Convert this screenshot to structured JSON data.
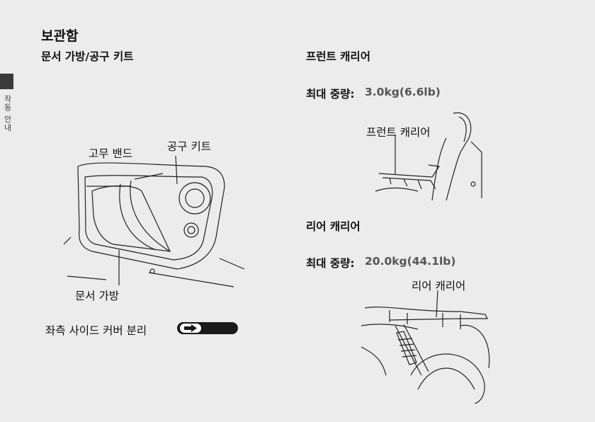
{
  "page_title": "보관함",
  "left": {
    "heading": "문서 가방/공구 키트",
    "label_rubber_band": "고무 밴드",
    "label_tool_kit": "공구 키트",
    "label_doc_bag": "문서 가방",
    "ref_text": "좌측 사이드 커버 분리",
    "ref_icon": "arrow-right-icon"
  },
  "side_tab": {
    "label": "작동 안내"
  },
  "right": {
    "front_heading": "프런트 캐리어",
    "front_max_label": "최대 중량:",
    "front_max_value": "3.0kg(6.6lb)",
    "front_callout": "프런트 캐리어",
    "rear_heading": "리어 캐리어",
    "rear_max_label": "최대 중량:",
    "rear_max_value": "20.0kg(44.1lb)",
    "rear_callout": "리어 캐리어"
  },
  "colors": {
    "background": "#ececec",
    "tab": "#3a3a3a",
    "ref_button": "#1a1a1a"
  }
}
